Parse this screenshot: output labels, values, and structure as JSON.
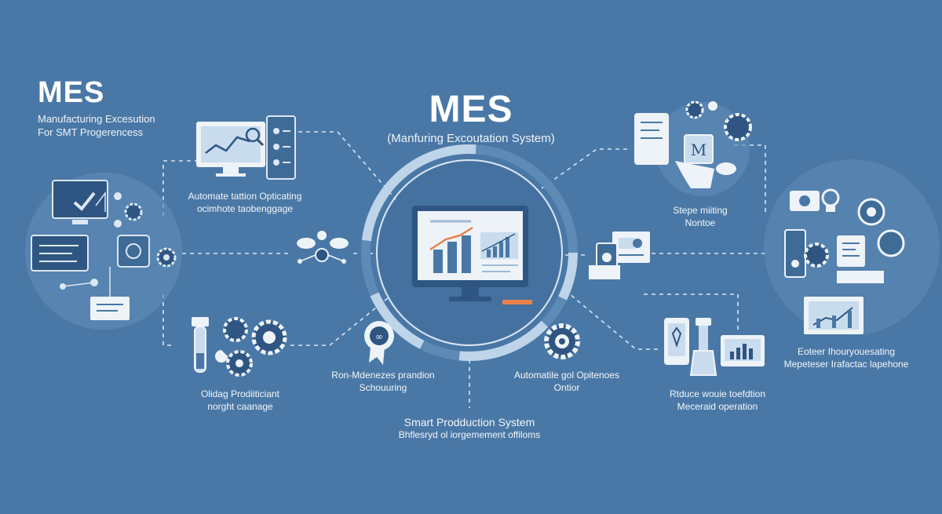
{
  "brand": {
    "title": "MES",
    "subtitle_line1": "Manufacturing Excesution",
    "subtitle_line2": "For SMT Progerencess"
  },
  "center": {
    "title": "MES",
    "subtitle": "(Manfuring Excoutation System)"
  },
  "nodes": {
    "top_left": {
      "line1": "Automate tattion Opticating",
      "line2": "ocimhote taobenggage"
    },
    "bottom_left": {
      "line1": "Olidag Prodiiticiant",
      "line2": "norght caanage"
    },
    "bottom_center_left": {
      "line1": "Ron-Mdenezes prandion",
      "line2": "Schouuring"
    },
    "bottom_center_right": {
      "line1": "Automatile gol Opitenoes",
      "line2": "Ontior"
    },
    "bottom_center": {
      "line1": "Smart Prodduction System",
      "line2": "Bhflesryd ol iorgemement offiloms"
    },
    "top_right": {
      "line1": "Stepe miiting",
      "line2": "Nontoe"
    },
    "bottom_right": {
      "line1": "Rtduce wouie toefdtion",
      "line2": "Meceraid operation"
    },
    "far_right": {
      "line1": "Eoteer Ihouryouesating",
      "line2": "Mepeteser Irafactac lapehone"
    }
  },
  "colors": {
    "background": "#4a78a6",
    "panel": "#5e8ab6",
    "panel_dark": "#3f6b97",
    "line_light": "#d8e5f2",
    "accent": "#e9804a"
  },
  "icons": [
    "monitor-chart-icon",
    "gear-icon",
    "tablet-icon",
    "hand-icon",
    "cloud-icon",
    "medal-icon",
    "flask-icon",
    "document-icon"
  ]
}
